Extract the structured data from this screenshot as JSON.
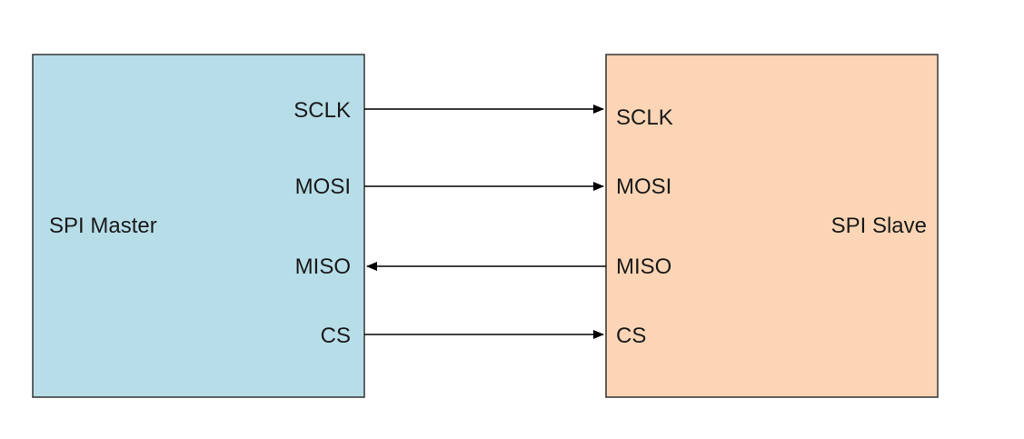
{
  "master": {
    "label": "SPI Master",
    "color": "#b7dde8",
    "pins": [
      "SCLK",
      "MOSI",
      "MISO",
      "CS"
    ]
  },
  "slave": {
    "label": "SPI Slave",
    "color": "#fbd5b5",
    "pins": [
      "SCLK",
      "MOSI",
      "MISO",
      "CS"
    ]
  },
  "connections": [
    {
      "signal": "SCLK",
      "direction": "master-to-slave"
    },
    {
      "signal": "MOSI",
      "direction": "master-to-slave"
    },
    {
      "signal": "MISO",
      "direction": "slave-to-master"
    },
    {
      "signal": "CS",
      "direction": "master-to-slave"
    }
  ],
  "border_color": "#333333",
  "wire_color": "#000000"
}
